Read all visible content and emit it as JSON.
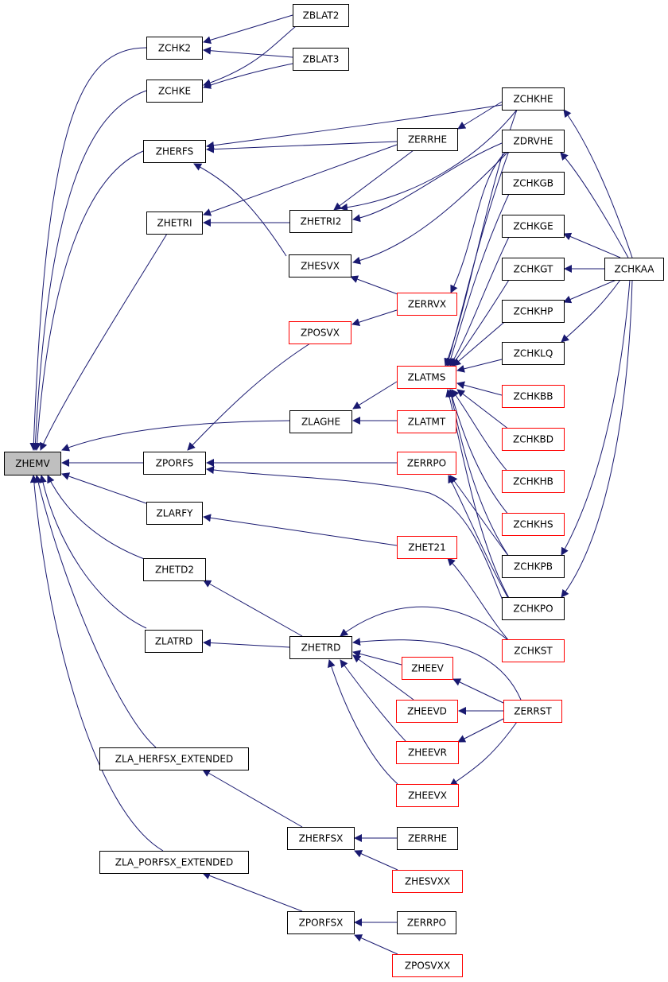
{
  "graph": {
    "title": "",
    "colors": {
      "edge": "#191970",
      "node_border": "#000000",
      "node_border_external": "#ff0000",
      "node_fill": "#ffffff",
      "node_fill_root": "#bfbfbf"
    },
    "nodes": [
      {
        "id": "ZHEMV",
        "label": "ZHEMV",
        "style": "root"
      },
      {
        "id": "ZCHK2",
        "label": "ZCHK2",
        "style": "normal"
      },
      {
        "id": "ZCHKE",
        "label": "ZCHKE",
        "style": "normal"
      },
      {
        "id": "ZHERFS",
        "label": "ZHERFS",
        "style": "normal"
      },
      {
        "id": "ZHETRI",
        "label": "ZHETRI",
        "style": "normal"
      },
      {
        "id": "ZPORFS",
        "label": "ZPORFS",
        "style": "normal"
      },
      {
        "id": "ZLARFY",
        "label": "ZLARFY",
        "style": "normal"
      },
      {
        "id": "ZHETD2",
        "label": "ZHETD2",
        "style": "normal"
      },
      {
        "id": "ZLATRD",
        "label": "ZLATRD",
        "style": "normal"
      },
      {
        "id": "ZLA_HERFSX",
        "label": "ZLA_HERFSX_EXTENDED",
        "style": "normal"
      },
      {
        "id": "ZLA_PORFSX",
        "label": "ZLA_PORFSX_EXTENDED",
        "style": "normal"
      },
      {
        "id": "ZBLAT2",
        "label": "ZBLAT2",
        "style": "normal"
      },
      {
        "id": "ZBLAT3",
        "label": "ZBLAT3",
        "style": "normal"
      },
      {
        "id": "ZERRHE",
        "label": "ZERRHE",
        "style": "normal"
      },
      {
        "id": "ZHETRI2",
        "label": "ZHETRI2",
        "style": "normal"
      },
      {
        "id": "ZHESVX",
        "label": "ZHESVX",
        "style": "normal"
      },
      {
        "id": "ZERRVX",
        "label": "ZERRVX",
        "style": "external"
      },
      {
        "id": "ZPOSVX",
        "label": "ZPOSVX",
        "style": "external"
      },
      {
        "id": "ZLATMS",
        "label": "ZLATMS",
        "style": "external"
      },
      {
        "id": "ZLAGHE",
        "label": "ZLAGHE",
        "style": "normal"
      },
      {
        "id": "ZLATMT",
        "label": "ZLATMT",
        "style": "external"
      },
      {
        "id": "ZERRPO",
        "label": "ZERRPO",
        "style": "external"
      },
      {
        "id": "ZHET21",
        "label": "ZHET21",
        "style": "external"
      },
      {
        "id": "ZHETRD",
        "label": "ZHETRD",
        "style": "normal"
      },
      {
        "id": "ZHEEV",
        "label": "ZHEEV",
        "style": "external"
      },
      {
        "id": "ZHEEVD",
        "label": "ZHEEVD",
        "style": "external"
      },
      {
        "id": "ZHEEVR",
        "label": "ZHEEVR",
        "style": "external"
      },
      {
        "id": "ZHEEVX",
        "label": "ZHEEVX",
        "style": "external"
      },
      {
        "id": "ZHERFSX",
        "label": "ZHERFSX",
        "style": "normal"
      },
      {
        "id": "ZERRHE2",
        "label": "ZERRHE",
        "style": "normal"
      },
      {
        "id": "ZHESVXX",
        "label": "ZHESVXX",
        "style": "external"
      },
      {
        "id": "ZPORFSX",
        "label": "ZPORFSX",
        "style": "normal"
      },
      {
        "id": "ZERRPO2",
        "label": "ZERRPO",
        "style": "normal"
      },
      {
        "id": "ZPOSVXX",
        "label": "ZPOSVXX",
        "style": "external"
      },
      {
        "id": "ZCHKHE",
        "label": "ZCHKHE",
        "style": "normal"
      },
      {
        "id": "ZDRVHE",
        "label": "ZDRVHE",
        "style": "normal"
      },
      {
        "id": "ZCHKGB",
        "label": "ZCHKGB",
        "style": "normal"
      },
      {
        "id": "ZCHKGE",
        "label": "ZCHKGE",
        "style": "normal"
      },
      {
        "id": "ZCHKGT",
        "label": "ZCHKGT",
        "style": "normal"
      },
      {
        "id": "ZCHKHP",
        "label": "ZCHKHP",
        "style": "normal"
      },
      {
        "id": "ZCHKLQ",
        "label": "ZCHKLQ",
        "style": "normal"
      },
      {
        "id": "ZCHKBB",
        "label": "ZCHKBB",
        "style": "external"
      },
      {
        "id": "ZCHKBD",
        "label": "ZCHKBD",
        "style": "external"
      },
      {
        "id": "ZCHKHB",
        "label": "ZCHKHB",
        "style": "external"
      },
      {
        "id": "ZCHKHS",
        "label": "ZCHKHS",
        "style": "external"
      },
      {
        "id": "ZCHKPB",
        "label": "ZCHKPB",
        "style": "normal"
      },
      {
        "id": "ZCHKPO",
        "label": "ZCHKPO",
        "style": "normal"
      },
      {
        "id": "ZCHKST",
        "label": "ZCHKST",
        "style": "external"
      },
      {
        "id": "ZERRST",
        "label": "ZERRST",
        "style": "external"
      },
      {
        "id": "ZCHKAA",
        "label": "ZCHKAA",
        "style": "normal"
      }
    ],
    "edges": [
      {
        "from": "ZCHK2",
        "to": "ZHEMV"
      },
      {
        "from": "ZCHKE",
        "to": "ZHEMV"
      },
      {
        "from": "ZHERFS",
        "to": "ZHEMV"
      },
      {
        "from": "ZHETRI",
        "to": "ZHEMV"
      },
      {
        "from": "ZLAGHE",
        "to": "ZHEMV"
      },
      {
        "from": "ZPORFS",
        "to": "ZHEMV"
      },
      {
        "from": "ZLARFY",
        "to": "ZHEMV"
      },
      {
        "from": "ZHETD2",
        "to": "ZHEMV"
      },
      {
        "from": "ZLATRD",
        "to": "ZHEMV"
      },
      {
        "from": "ZLA_HERFSX",
        "to": "ZHEMV"
      },
      {
        "from": "ZLA_PORFSX",
        "to": "ZHEMV"
      },
      {
        "from": "ZBLAT2",
        "to": "ZCHK2"
      },
      {
        "from": "ZBLAT3",
        "to": "ZCHK2"
      },
      {
        "from": "ZBLAT2",
        "to": "ZCHKE"
      },
      {
        "from": "ZBLAT3",
        "to": "ZCHKE"
      },
      {
        "from": "ZCHKHE",
        "to": "ZHERFS"
      },
      {
        "from": "ZERRHE",
        "to": "ZHERFS"
      },
      {
        "from": "ZERRVX",
        "to": "ZHERFS"
      },
      {
        "from": "ZERRHE",
        "to": "ZHETRI"
      },
      {
        "from": "ZHETRI2",
        "to": "ZHETRI"
      },
      {
        "from": "ZCHKHE",
        "to": "ZERRHE"
      },
      {
        "from": "ZERRHE",
        "to": "ZHETRI2"
      },
      {
        "from": "ZCHKHE",
        "to": "ZHETRI2"
      },
      {
        "from": "ZDRVHE",
        "to": "ZHETRI2"
      },
      {
        "from": "ZDRVHE",
        "to": "ZHESVX"
      },
      {
        "from": "ZERRVX",
        "to": "ZHESVX"
      },
      {
        "from": "ZDRVHE",
        "to": "ZERRVX"
      },
      {
        "from": "ZERRVX",
        "to": "ZPOSVX"
      },
      {
        "from": "ZPOSVX",
        "to": "ZPORFS"
      },
      {
        "from": "ZERRPO",
        "to": "ZPORFS"
      },
      {
        "from": "ZCHKPO",
        "to": "ZPORFS"
      },
      {
        "from": "ZLATMS",
        "to": "ZLAGHE"
      },
      {
        "from": "ZLATMT",
        "to": "ZLAGHE"
      },
      {
        "from": "ZCHKHE",
        "to": "ZLATMS"
      },
      {
        "from": "ZDRVHE",
        "to": "ZLATMS"
      },
      {
        "from": "ZCHKGB",
        "to": "ZLATMS"
      },
      {
        "from": "ZCHKGE",
        "to": "ZLATMS"
      },
      {
        "from": "ZCHKGT",
        "to": "ZLATMS"
      },
      {
        "from": "ZCHKHP",
        "to": "ZLATMS"
      },
      {
        "from": "ZCHKLQ",
        "to": "ZLATMS"
      },
      {
        "from": "ZCHKBB",
        "to": "ZLATMS"
      },
      {
        "from": "ZCHKBD",
        "to": "ZLATMS"
      },
      {
        "from": "ZCHKHB",
        "to": "ZLATMS"
      },
      {
        "from": "ZCHKHS",
        "to": "ZLATMS"
      },
      {
        "from": "ZCHKPB",
        "to": "ZLATMS"
      },
      {
        "from": "ZCHKPO",
        "to": "ZLATMS"
      },
      {
        "from": "ZCHKPB",
        "to": "ZERRPO"
      },
      {
        "from": "ZCHKPO",
        "to": "ZERRPO"
      },
      {
        "from": "ZHET21",
        "to": "ZLARFY"
      },
      {
        "from": "ZCHKST",
        "to": "ZHET21"
      },
      {
        "from": "ZHETRD",
        "to": "ZHETD2"
      },
      {
        "from": "ZHETRD",
        "to": "ZLATRD"
      },
      {
        "from": "ZHEEV",
        "to": "ZHETRD"
      },
      {
        "from": "ZHEEVD",
        "to": "ZHETRD"
      },
      {
        "from": "ZHEEVR",
        "to": "ZHETRD"
      },
      {
        "from": "ZHEEVX",
        "to": "ZHETRD"
      },
      {
        "from": "ZCHKST",
        "to": "ZHETRD"
      },
      {
        "from": "ZERRST",
        "to": "ZHETRD"
      },
      {
        "from": "ZERRST",
        "to": "ZHEEV"
      },
      {
        "from": "ZERRST",
        "to": "ZHEEVD"
      },
      {
        "from": "ZERRST",
        "to": "ZHEEVR"
      },
      {
        "from": "ZERRST",
        "to": "ZHEEVX"
      },
      {
        "from": "ZHERFSX",
        "to": "ZLA_HERFSX"
      },
      {
        "from": "ZERRHE2",
        "to": "ZHERFSX"
      },
      {
        "from": "ZHESVXX",
        "to": "ZHERFSX"
      },
      {
        "from": "ZPORFSX",
        "to": "ZLA_PORFSX"
      },
      {
        "from": "ZERRPO2",
        "to": "ZPORFSX"
      },
      {
        "from": "ZPOSVXX",
        "to": "ZPORFSX"
      },
      {
        "from": "ZCHKAA",
        "to": "ZCHKHE"
      },
      {
        "from": "ZCHKAA",
        "to": "ZDRVHE"
      },
      {
        "from": "ZCHKAA",
        "to": "ZCHKGE"
      },
      {
        "from": "ZCHKAA",
        "to": "ZCHKGT"
      },
      {
        "from": "ZCHKAA",
        "to": "ZCHKHP"
      },
      {
        "from": "ZCHKAA",
        "to": "ZCHKLQ"
      },
      {
        "from": "ZCHKAA",
        "to": "ZCHKPB"
      },
      {
        "from": "ZCHKAA",
        "to": "ZCHKPO"
      }
    ]
  }
}
